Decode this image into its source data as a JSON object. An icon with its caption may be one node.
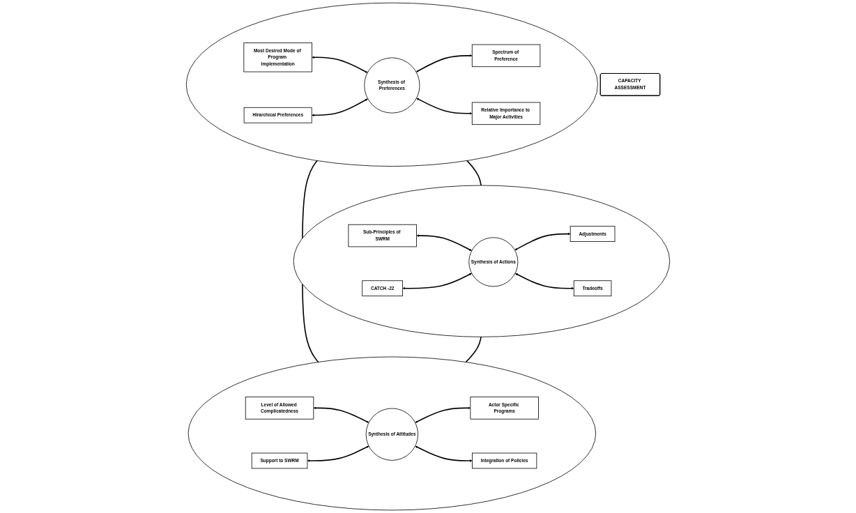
{
  "diagram": {
    "nodes": [
      {
        "text": [],
        "shape": "circle"
      },
      {
        "text": [
          "Most Desired Mode of Program Implementation"
        ],
        "in": 0
      },
      {
        "text": [
          "Hirarchical Preferences"
        ],
        "in": 0
      },
      {
        "text": [
          "Synthesis of Preferences"
        ],
        "in": 0
      },
      {
        "text": [
          "Spectrum of Preference"
        ],
        "in": 0
      },
      {
        "text": [
          "Relative Importance to Major Activities"
        ],
        "in": 0
      },
      {
        "text": [],
        "shape": "circle"
      },
      {
        "text": [
          "Sub-Principles of SWRM"
        ],
        "in": 6
      },
      {
        "text": [
          "CATCH -22"
        ],
        "in": 6
      },
      {
        "text": [
          "Synthesis of Actions"
        ],
        "in": 6
      },
      {
        "text": [
          "Adjustments"
        ],
        "in": 6
      },
      {
        "text": [
          "Tradeoffs"
        ],
        "in": 6
      },
      {
        "text": [
          "CAPACITY ASSESSMENT"
        ]
      },
      {
        "text": [],
        "shape": "circle"
      },
      {
        "text": [
          "Level of Allowed Complicatedness"
        ],
        "in": 13
      },
      {
        "text": [
          "Support to SWRM"
        ],
        "in": 13
      },
      {
        "text": [
          "Synthesis of Attitudes"
        ],
        "in": 13
      },
      {
        "text": [
          "Actor Specific Programs"
        ],
        "in": 13
      },
      {
        "text": [
          "Integration of Policies"
        ],
        "in": 13
      }
    ],
    "edges": [
      {
        "from": 0,
        "to": 6,
        "arrow": "both"
      },
      {
        "from": 0,
        "to": 13,
        "arrow": "both"
      },
      {
        "from": 6,
        "to": 13,
        "arrow": "both"
      },
      {
        "from": 1,
        "to": 3,
        "arrow": "both"
      },
      {
        "from": 2,
        "to": 3,
        "arrow": "both"
      },
      {
        "from": 3,
        "to": 4,
        "arrow": "both"
      },
      {
        "from": 3,
        "to": 5,
        "arrow": "both"
      },
      {
        "from": 7,
        "to": 9,
        "arrow": "both"
      },
      {
        "from": 8,
        "to": 9,
        "arrow": "both"
      },
      {
        "from": 9,
        "to": 10,
        "arrow": "both"
      },
      {
        "from": 9,
        "to": 11,
        "arrow": "both"
      },
      {
        "from": 14,
        "to": 16,
        "arrow": "both"
      },
      {
        "from": 15,
        "to": 16,
        "arrow": "both"
      },
      {
        "from": 16,
        "to": 17,
        "arrow": "both"
      },
      {
        "from": 16,
        "to": 18,
        "arrow": "both"
      }
    ]
  }
}
